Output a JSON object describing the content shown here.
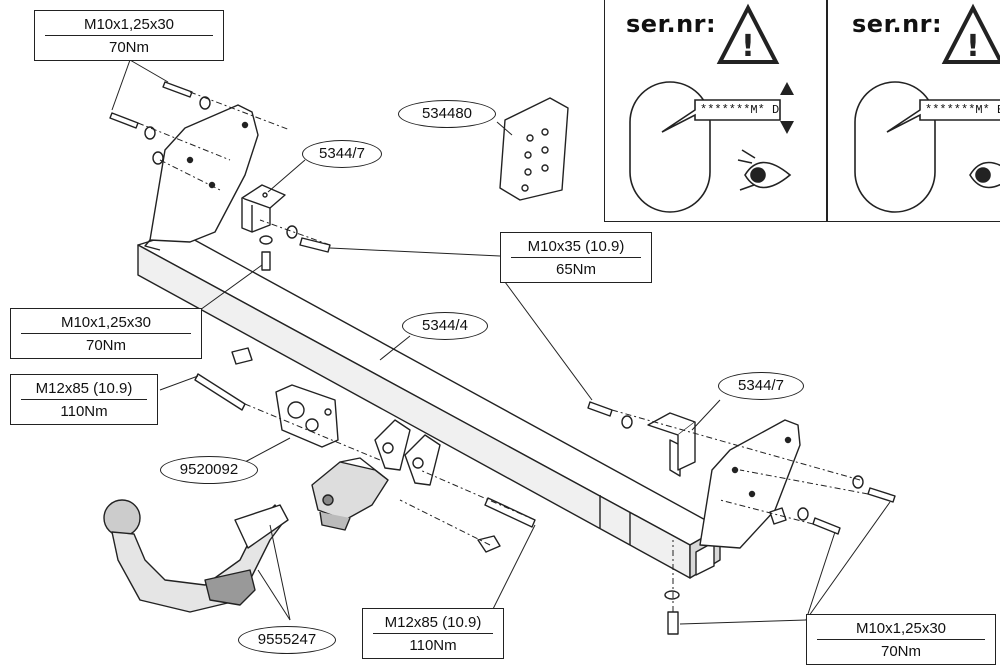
{
  "spec_labels": {
    "top_left": {
      "spec": "M10x1,25x30",
      "torque": "70Nm"
    },
    "mid_left": {
      "spec": "M10x1,25x30",
      "torque": "70Nm"
    },
    "bolt_m12_left": {
      "spec": "M12x85 (10.9)",
      "torque": "110Nm"
    },
    "bolt_m10x35": {
      "spec": "M10x35 (10.9)",
      "torque": "65Nm"
    },
    "bolt_m12_bottom": {
      "spec": "M12x85 (10.9)",
      "torque": "110Nm"
    },
    "bottom_right": {
      "spec": "M10x1,25x30",
      "torque": "70Nm"
    }
  },
  "part_numbers": {
    "bolt_kit": "534480",
    "bracket_left": "5344/7",
    "crossbar": "5344/4",
    "bracket_right": "5344/7",
    "socket_plate": "9520092",
    "towball": "9555247"
  },
  "info_panels": [
    {
      "heading": "ser.nr:",
      "plate": "*******M* D"
    },
    {
      "heading": "ser.nr:",
      "plate": "*******M* E"
    }
  ],
  "colors": {
    "line": "#222222",
    "fill": "#ffffff",
    "shade": "#b8b8b8",
    "dark": "#555555"
  }
}
